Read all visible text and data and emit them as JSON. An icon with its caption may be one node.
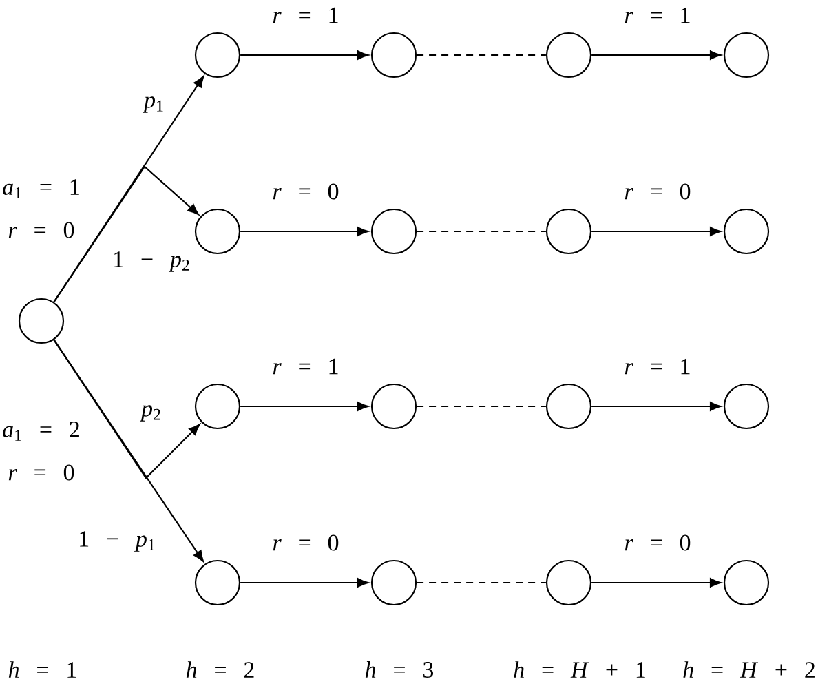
{
  "diagram": {
    "nodes": [
      {
        "text": [],
        "shape": "circle"
      },
      {
        "text": [],
        "shape": "circle"
      },
      {
        "text": [],
        "shape": "circle"
      },
      {
        "text": [],
        "shape": "circle"
      },
      {
        "text": [],
        "shape": "circle"
      },
      {
        "text": [],
        "shape": "circle"
      },
      {
        "text": [],
        "shape": "circle"
      },
      {
        "text": [],
        "shape": "circle"
      },
      {
        "text": [],
        "shape": "circle"
      },
      {
        "text": [],
        "shape": "circle"
      },
      {
        "text": [],
        "shape": "circle"
      },
      {
        "text": [],
        "shape": "circle"
      },
      {
        "text": [],
        "shape": "circle"
      },
      {
        "text": [],
        "shape": "circle"
      },
      {
        "text": [],
        "shape": "circle"
      },
      {
        "text": [],
        "shape": "circle"
      },
      {
        "text": [],
        "shape": "circle"
      }
    ],
    "edges": [
      {
        "from": 0,
        "to": 1,
        "arrow": "to",
        "label": "*p*$_{1}$"
      },
      {
        "from": 0,
        "to": 5,
        "arrow": "to",
        "label": "1 − *p*$_{2}$"
      },
      {
        "from": 0,
        "to": 9,
        "arrow": "to",
        "label": "*p*$_{2}$"
      },
      {
        "from": 0,
        "to": 13,
        "arrow": "to",
        "label": "1 − *p*$_{1}$"
      },
      {
        "from": 1,
        "to": 2,
        "arrow": "to",
        "label": "*r* = 1"
      },
      {
        "from": 2,
        "to": 3,
        "arrow": "none",
        "style": "dashed"
      },
      {
        "from": 3,
        "to": 4,
        "arrow": "to",
        "label": "*r* = 1"
      },
      {
        "from": 5,
        "to": 6,
        "arrow": "to",
        "label": "*r* = 0"
      },
      {
        "from": 6,
        "to": 7,
        "arrow": "none",
        "style": "dashed"
      },
      {
        "from": 7,
        "to": 8,
        "arrow": "to",
        "label": "*r* = 0"
      },
      {
        "from": 9,
        "to": 10,
        "arrow": "to",
        "label": "*r* = 1"
      },
      {
        "from": 10,
        "to": 11,
        "arrow": "none",
        "style": "dashed"
      },
      {
        "from": 11,
        "to": 12,
        "arrow": "to",
        "label": "*r* = 1"
      },
      {
        "from": 13,
        "to": 14,
        "arrow": "to",
        "label": "*r* = 0"
      },
      {
        "from": 14,
        "to": 15,
        "arrow": "none",
        "style": "dashed"
      },
      {
        "from": 15,
        "to": 16,
        "arrow": "to",
        "label": "*r* = 0"
      }
    ],
    "labels": [
      "*a*$_{1}$ = 1",
      "*r* = 0",
      "*a*$_{1}$ = 2",
      "*r* = 0",
      "*h* = 1",
      "*h* = 2",
      "*h* = 3",
      "*h* = *H* + 1",
      "*h* = *H* + 2"
    ]
  }
}
